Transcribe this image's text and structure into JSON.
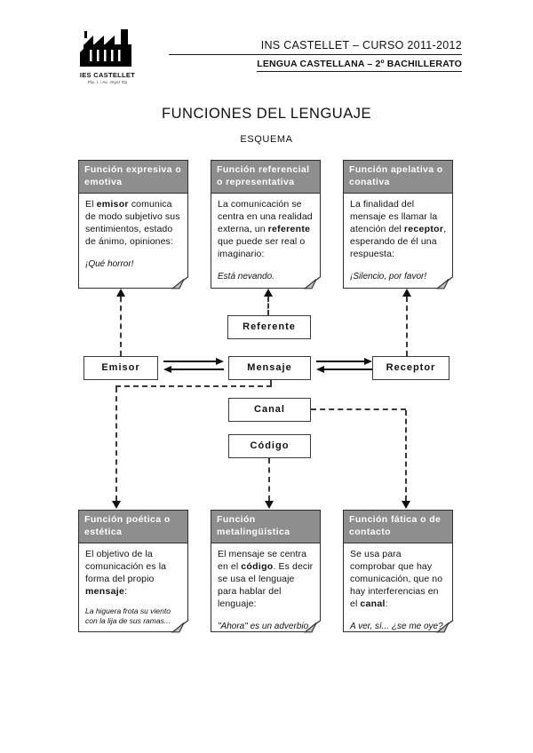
{
  "header": {
    "logo": {
      "name": "IES CASTELLET",
      "subtext": "Pla. l. i Av. Jnyor Gp"
    },
    "line1": "INS CASTELLET – CURSO 2011-2012",
    "line2": "LENGUA CASTELLANA – 2º BACHILLERATO"
  },
  "title": "FUNCIONES DEL LENGUAJE",
  "subtitle": "ESQUEMA",
  "functions": [
    {
      "id": "expresiva",
      "title": "Función expresiva o emotiva",
      "body_pre": "El ",
      "body_bold": "emisor",
      "body_post": " comunica de modo subjetivo sus sentimientos, estado de ánimo, opiniones:",
      "example": "¡Qué horror!"
    },
    {
      "id": "referencial",
      "title": "Función referencial o representativa",
      "body_pre": "La comunicación se centra en una realidad externa, un ",
      "body_bold": "referente",
      "body_post": " que puede ser real o imaginario:",
      "example": "Está nevando."
    },
    {
      "id": "apelativa",
      "title": "Función apelativa o conativa",
      "body_pre": "La finalidad del mensaje es llamar la atención del ",
      "body_bold": "receptor",
      "body_post": ", esperando de él una respuesta:",
      "example": "¡Silencio, por favor!"
    },
    {
      "id": "poetica",
      "title": "Función poética o estética",
      "body_pre": "El objetivo de la comunicación es la forma del propio ",
      "body_bold": "mensaje",
      "body_post": ":",
      "example": "La higuera frota su viento con la lija de sus ramas..."
    },
    {
      "id": "metalinguistica",
      "title": "Función metalingüística",
      "body_pre": "El mensaje se centra en el ",
      "body_bold": "código",
      "body_post": ". Es decir se usa el lenguaje para hablar del lenguaje:",
      "example": "\"Ahora\" es un adverbio"
    },
    {
      "id": "fatica",
      "title": "Función fática o de contacto",
      "body_pre": "Se usa para comprobar que hay comunicación, que no hay interferencias en el ",
      "body_bold": "canal",
      "body_post": ":",
      "example": "A ver, sí... ¿se me oye?"
    }
  ],
  "elements": {
    "referente": "Referente",
    "emisor": "Emisor",
    "mensaje": "Mensaje",
    "receptor": "Receptor",
    "canal": "Canal",
    "codigo": "Código"
  },
  "colors": {
    "box_header_gray": "#8e8e8e",
    "border_dark": "#2e2e2e",
    "fold_gray": "#c4c4c4",
    "text": "#111111"
  }
}
